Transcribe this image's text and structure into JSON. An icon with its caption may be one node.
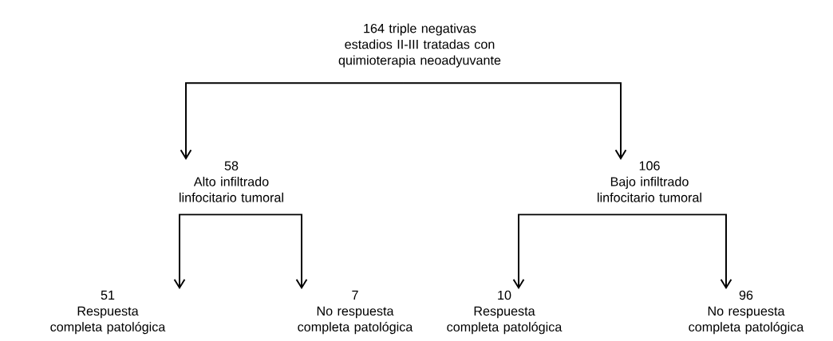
{
  "diagram": {
    "nodes": [
      {
        "text": [
          "164 triple negativas estadios II-III tratadas con quimioterapia neoadyuvante"
        ]
      },
      {
        "text": [
          "58",
          "Alto infiltrado linfocitario tumoral"
        ]
      },
      {
        "text": [
          "106",
          "Bajo infiltrado linfocitario tumoral"
        ]
      },
      {
        "text": [
          "51",
          "Respuesta completa patológica"
        ]
      },
      {
        "text": [
          "7",
          "No respuesta completa patológica"
        ]
      },
      {
        "text": [
          "10",
          "Respuesta completa patológica"
        ]
      },
      {
        "text": [
          "96",
          "No respuesta completa patológica"
        ]
      }
    ],
    "edges": [
      {
        "from": 0,
        "to": 1,
        "arrow": "to"
      },
      {
        "from": 0,
        "to": 2,
        "arrow": "to"
      },
      {
        "from": 1,
        "to": 3,
        "arrow": "to"
      },
      {
        "from": 1,
        "to": 4,
        "arrow": "to"
      },
      {
        "from": 2,
        "to": 5,
        "arrow": "to"
      },
      {
        "from": 2,
        "to": 6,
        "arrow": "to"
      }
    ]
  }
}
